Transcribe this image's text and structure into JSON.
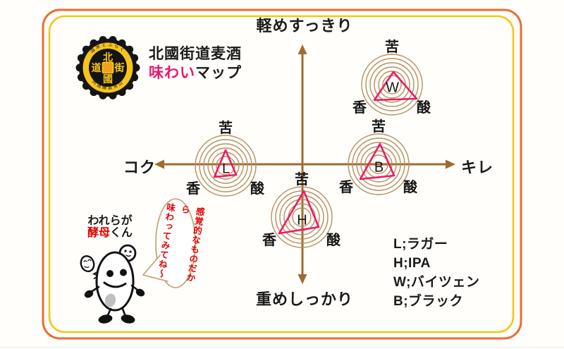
{
  "page": {
    "background": "#fffefa"
  },
  "frame": {
    "outer_color": "#ed6b2f",
    "inner_color": "#f5c41e"
  },
  "logo": {
    "ring_text_top": "酒米とふらく",
    "ring_text_bottom": "阿遅醸冨常山",
    "kanji": {
      "top": "北",
      "right": "街",
      "bottom": "國",
      "left": "道"
    },
    "colors": {
      "gold": "#f6c51d",
      "black": "#141414",
      "square_fill": "#f0a21e"
    }
  },
  "title": {
    "line1": "北國街道麦酒",
    "line2_accent": "味わい",
    "line2_rest": "マップ",
    "accent_color": "#e9186b"
  },
  "mascot": {
    "name_line1": "われらが",
    "name_accent": "酵母",
    "name_suffix": "くん",
    "speech": "感覚的なものだから\n味わってみてね～",
    "speech_color": "#e00000",
    "bubble_stroke": "#c49a6c"
  },
  "legend": {
    "items": [
      "L;ラガー",
      "H;IPA",
      "W;バイツェン",
      "B;ブラック"
    ]
  },
  "chart_data": {
    "type": "scatter",
    "title": "北國街道麦酒 味わいマップ",
    "axis_labels": {
      "top": "軽めすっきり",
      "bottom": "重めしっかり",
      "left": "コク",
      "right": "キレ"
    },
    "axis_color": "#a2692f",
    "attribute_labels": [
      "苦",
      "香",
      "酸"
    ],
    "markers": [
      {
        "id": "W",
        "name": "バイツェン",
        "px": [
          556,
          120
        ],
        "xy_norm": [
          0.6,
          0.69
        ],
        "triangle": [
          [
            2,
            -18
          ],
          [
            -25,
            22
          ],
          [
            35,
            20
          ]
        ]
      },
      {
        "id": "L",
        "name": "ラガー",
        "px": [
          320,
          235
        ],
        "xy_norm": [
          -0.52,
          -0.01
        ],
        "triangle": [
          [
            0,
            -22
          ],
          [
            -16,
            16
          ],
          [
            15,
            13
          ]
        ]
      },
      {
        "id": "B",
        "name": "ブラック",
        "px": [
          537,
          233
        ],
        "xy_norm": [
          0.51,
          0.0
        ],
        "triangle": [
          [
            2,
            -29
          ],
          [
            -26,
            21
          ],
          [
            22,
            16
          ]
        ]
      },
      {
        "id": "H",
        "name": "IPA",
        "px": [
          428,
          308
        ],
        "xy_norm": [
          0.0,
          -0.46
        ],
        "triangle": [
          [
            3,
            -37
          ],
          [
            -32,
            23
          ],
          [
            24,
            14
          ]
        ]
      }
    ],
    "style": {
      "ring_radii": [
        13,
        19,
        25,
        31,
        37,
        43
      ],
      "ring_color": "#b68e5e",
      "triangle_color": "#ee1a64",
      "letter_color": "#151515",
      "label_offsets": [
        [
          0,
          -54
        ],
        [
          -46,
          32
        ],
        [
          45,
          32
        ]
      ]
    }
  }
}
